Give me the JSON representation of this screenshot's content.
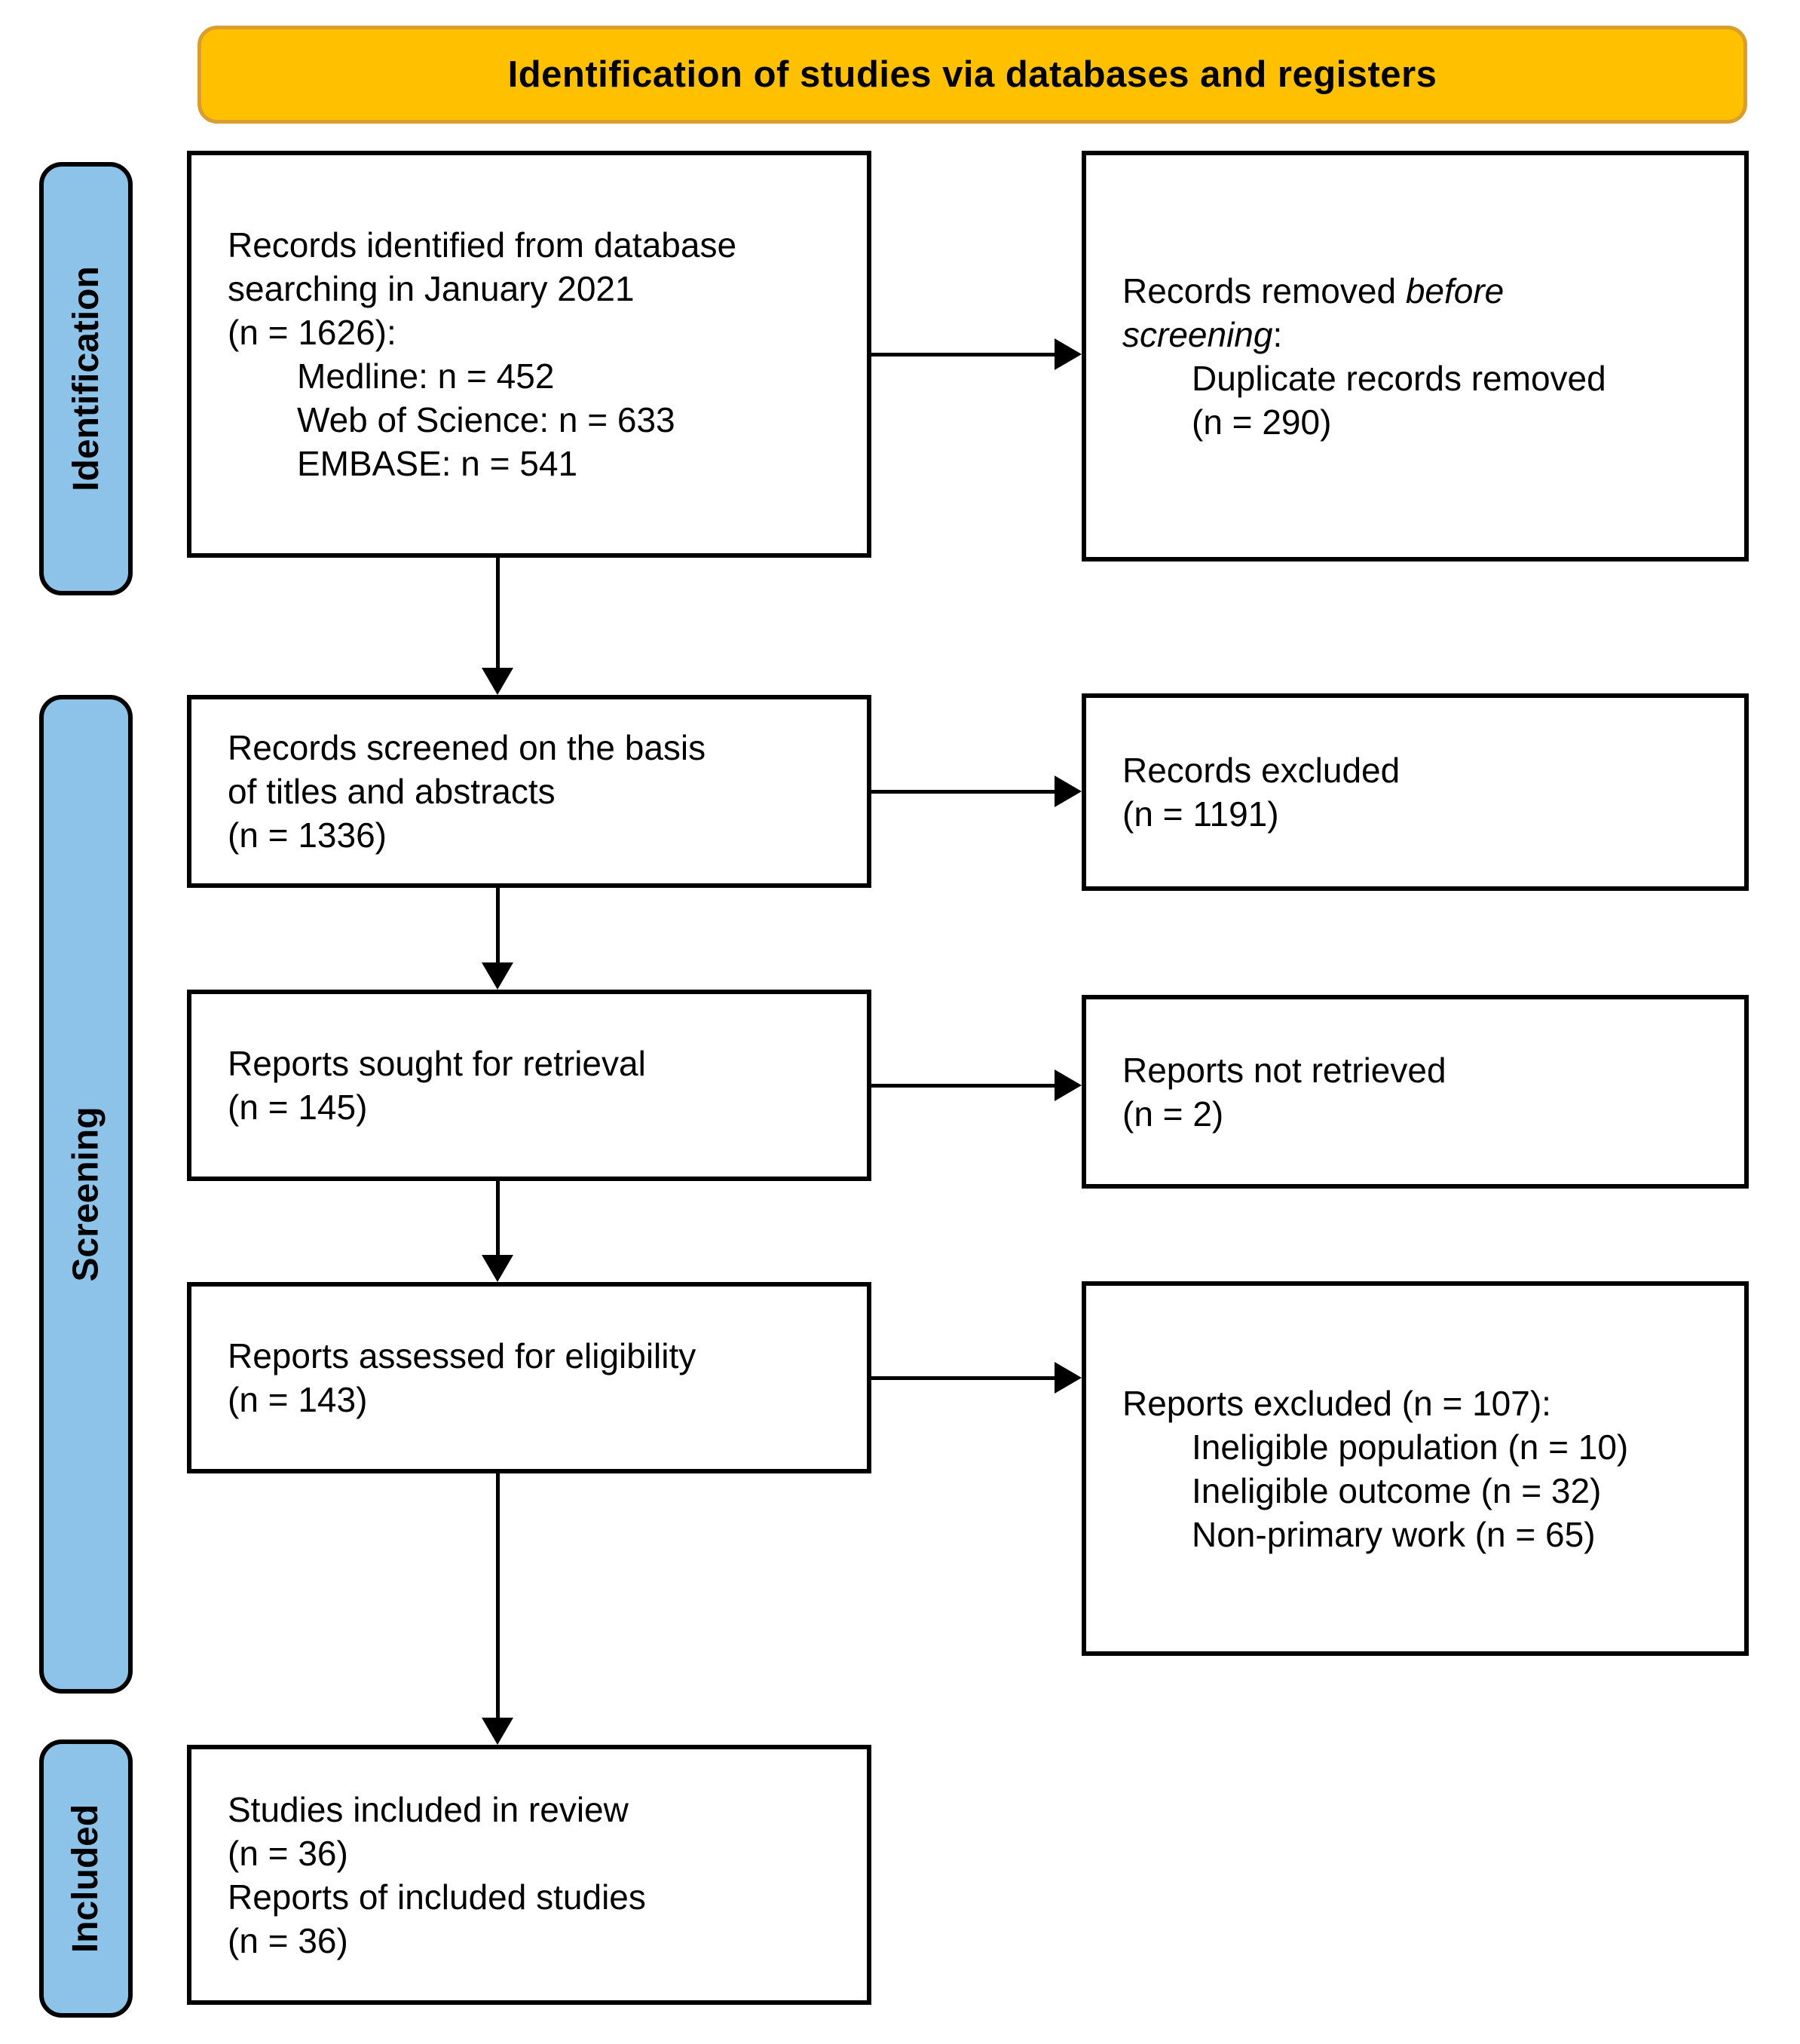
{
  "banner": {
    "title": "Identification of studies via databases and registers"
  },
  "sidebar": {
    "stages": [
      {
        "label": "Identification"
      },
      {
        "label": "Screening"
      },
      {
        "label": "Included"
      }
    ]
  },
  "boxes": {
    "identified": {
      "lines": [
        "Records identified from database",
        "searching in January 2021",
        "(n = 1626):"
      ],
      "sublines": [
        "Medline: n = 452",
        "Web of Science: n = 633",
        "EMBASE: n = 541"
      ]
    },
    "removed": {
      "line1_normal": "Records removed ",
      "line1_italic": "before",
      "line2_italic": "screening",
      "line2_normal": ":",
      "sublines": [
        "Duplicate records removed",
        "(n = 290)"
      ]
    },
    "screened": {
      "lines": [
        "Records screened on the basis",
        "of titles and abstracts",
        "(n = 1336)"
      ]
    },
    "records_excluded": {
      "lines": [
        "Records excluded",
        "(n = 1191)"
      ]
    },
    "sought": {
      "lines": [
        "Reports sought for retrieval",
        "(n = 145)"
      ]
    },
    "not_retrieved": {
      "lines": [
        "Reports not retrieved",
        "(n = 2)"
      ]
    },
    "assessed": {
      "lines": [
        "Reports assessed for eligibility",
        "(n = 143)"
      ]
    },
    "reports_excluded": {
      "lines": [
        "Reports excluded (n = 107):"
      ],
      "sublines": [
        "Ineligible population (n = 10)",
        "Ineligible outcome (n = 32)",
        "Non-primary work (n = 65)"
      ]
    },
    "included": {
      "lines": [
        "Studies included in review",
        "(n = 36)",
        "Reports of included studies",
        "(n = 36)"
      ]
    }
  },
  "colors": {
    "banner_fill": "#FFC000",
    "banner_border": "#D99E2B",
    "stage_fill": "#8DC3E8",
    "stage_border": "#000000",
    "box_fill": "#FFFFFF",
    "box_border": "#000000",
    "text": "#000000"
  }
}
